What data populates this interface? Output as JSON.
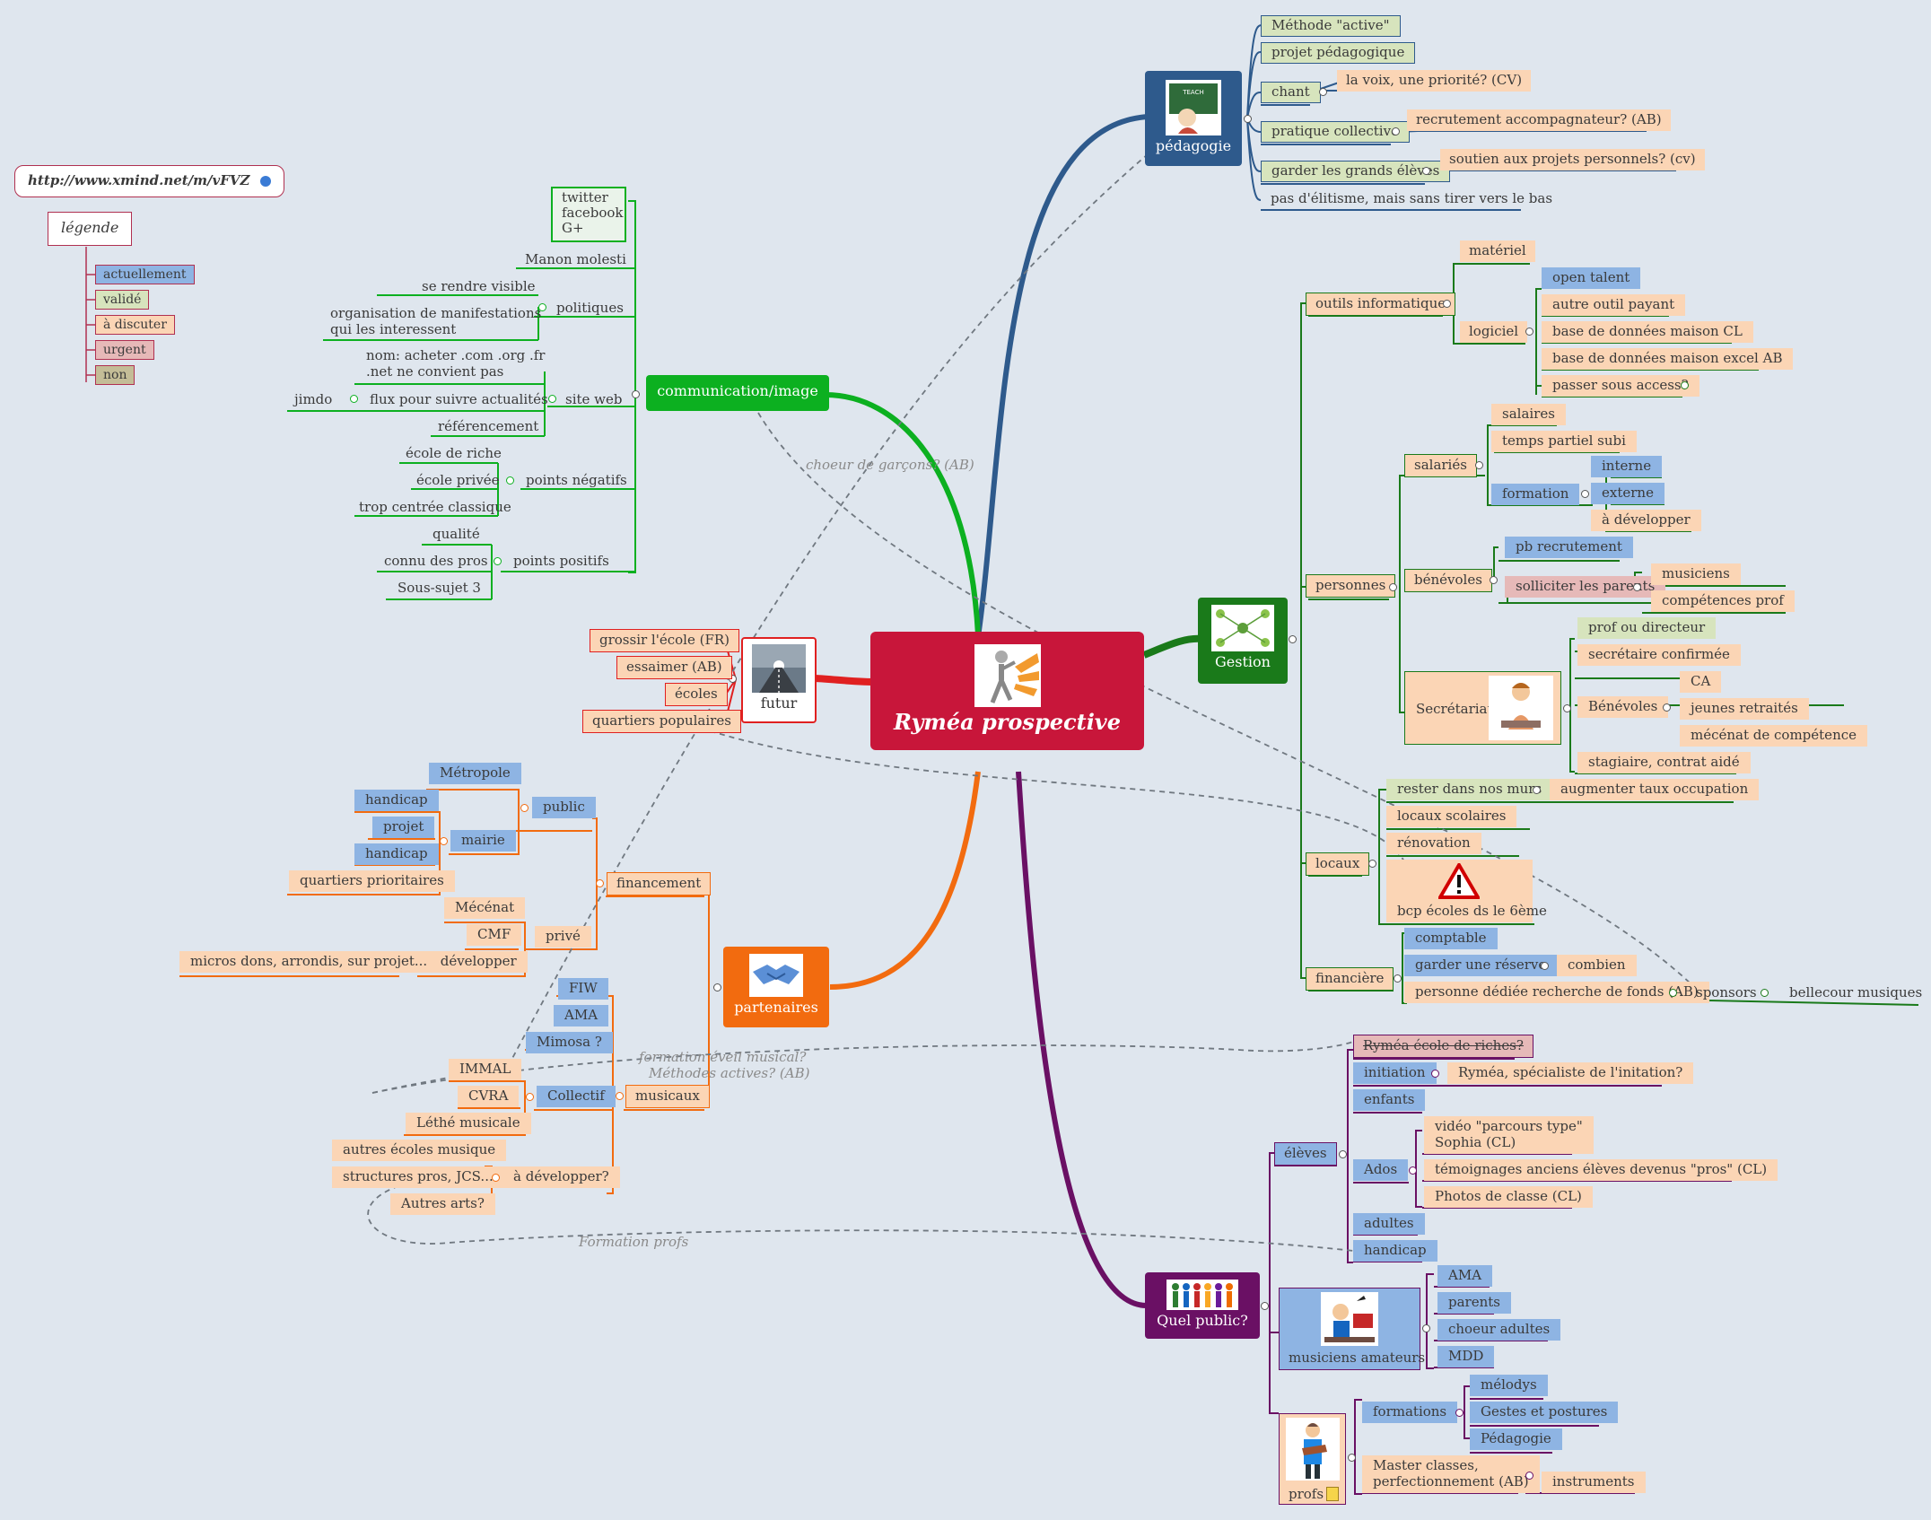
{
  "url": "http://www.xmind.net/m/vFVZ",
  "legend": {
    "title": "légende",
    "items": [
      {
        "label": "actuellement",
        "color": "#8eb4e3"
      },
      {
        "label": "validé",
        "color": "#d7e4bd"
      },
      {
        "label": "à discuter",
        "color": "#fbd5b5"
      },
      {
        "label": "urgent",
        "color": "#e6b9b8"
      },
      {
        "label": "non",
        "color": "#c4bd97"
      }
    ]
  },
  "center": {
    "title": "Ryméa prospective",
    "color": "#c8163a"
  },
  "branches": {
    "pedagogie": {
      "title": "pédagogie",
      "color": "#2e5a8c",
      "items": [
        "Méthode \"active\"",
        "projet pédagogique",
        "chant",
        "la voix, une priorité? (CV)",
        "pratique collective",
        "recrutement accompagnateur? (AB)",
        "garder les grands élèves",
        "soutien aux projets personnels? (cv)",
        "pas d'élitisme, mais sans tirer vers le bas"
      ]
    },
    "gestion": {
      "title": "Gestion",
      "color": "#1a7a1a",
      "outils": {
        "label": "outils informatique",
        "materiel": "matériel",
        "logiciel": "logiciel",
        "soft": [
          "open talent",
          "autre outil payant",
          "base de données maison CL",
          "base de données maison excel AB",
          "passer sous access?"
        ]
      },
      "personnes": {
        "label": "personnes",
        "salaries": "salariés",
        "sal_items": [
          "salaires",
          "temps partiel subi"
        ],
        "formation": "formation",
        "form_items": [
          "interne",
          "externe",
          "à développer"
        ],
        "benevoles": "bénévoles",
        "pb": "pb recrutement",
        "solliciter": "solliciter les parents",
        "solliciter_items": [
          "musiciens",
          "compétences prof"
        ],
        "secretariat": "Secrétariat",
        "sec_items": [
          "prof ou directeur",
          "secrétaire confirmée"
        ],
        "benev2": "Bénévoles",
        "benev2_items": [
          "CA",
          "jeunes retraités",
          "mécénat de compétence"
        ],
        "stagiaire": "stagiaire, contrat aidé"
      },
      "locaux": {
        "label": "locaux",
        "items": [
          "rester dans nos murs",
          "augmenter taux occupation",
          "locaux scolaires",
          "rénovation",
          "bcp écoles ds le 6ème"
        ]
      },
      "financiere": {
        "label": "financière",
        "items": [
          "comptable",
          "garder une réserve",
          "combien",
          "personne dédiée recherche de fonds (AB)",
          "sponsors",
          "bellecour musiques"
        ]
      }
    },
    "public": {
      "title": "Quel public?",
      "color": "#6a1064",
      "eleves": {
        "label": "élèves",
        "items": [
          "Ryméa école de riches?",
          "initiation",
          "Ryméa, spécialiste de l'initation?",
          "enfants",
          "Ados",
          "vidéo \"parcours type\"",
          "Sophia (CL)",
          "témoignages anciens élèves devenus \"pros\" (CL)",
          "Photos de classe (CL)",
          "adultes",
          "handicap"
        ]
      },
      "musiciens": {
        "label": "musiciens amateurs",
        "items": [
          "AMA",
          "parents",
          "choeur adultes",
          "MDD"
        ]
      },
      "profs": {
        "label": "profs",
        "formations": "formations",
        "form_items": [
          "mélodys",
          "Gestes et postures",
          "Pédagogie"
        ],
        "master1": "Master classes,",
        "master2": "perfectionnement (AB)",
        "instruments": "instruments"
      }
    },
    "communication": {
      "title": "communication/image",
      "color": "#0cb020",
      "social": [
        "twitter",
        "facebook",
        "G+"
      ],
      "manon": "Manon molesti",
      "politiques": {
        "label": "politiques",
        "items": [
          "se rendre visible",
          "organisation de manifestations",
          "qui les interessent"
        ]
      },
      "site": {
        "label": "site web",
        "items": [
          "nom: acheter .com .org .fr",
          ".net ne convient pas",
          "flux pour suivre actualités",
          "jimdo",
          "référencement"
        ]
      },
      "negatifs": {
        "label": "points négatifs",
        "items": [
          "école de riche",
          "école privée",
          "trop centrée classique"
        ]
      },
      "positifs": {
        "label": "points positifs",
        "items": [
          "qualité",
          "connu des pros",
          "Sous-sujet  3"
        ]
      }
    },
    "futur": {
      "title": "futur",
      "color": "#e02020",
      "items": [
        "grossir l'école (FR)",
        "essaimer (AB)",
        "écoles",
        "quartiers populaires"
      ]
    },
    "partenaires": {
      "title": "partenaires",
      "color": "#f26b0f",
      "financement": {
        "label": "financement",
        "public": "public",
        "metropole": "Métropole",
        "mairie": "mairie",
        "mairie_items": [
          "handicap",
          "projet",
          "handicap"
        ],
        "quartiers": "quartiers prioritaires",
        "prive": "privé",
        "mecenat": "Mécénat",
        "cmf": "CMF",
        "developper": "à développer",
        "micros": "micros dons, arrondis, sur projet..."
      },
      "musicaux": {
        "label": "musicaux",
        "items": [
          "FIW",
          "AMA",
          "Mimosa ?",
          "IMMAL",
          "CVRA",
          "Collectif",
          "Léthé musicale",
          "autres écoles musique",
          "structures pros, JCS...",
          "à développer?",
          "Autres arts?"
        ]
      }
    }
  },
  "relations": [
    "choeur de garçons? (AB)",
    "formation éveil musical?",
    "Méthodes actives? (AB)",
    "Formation profs"
  ]
}
